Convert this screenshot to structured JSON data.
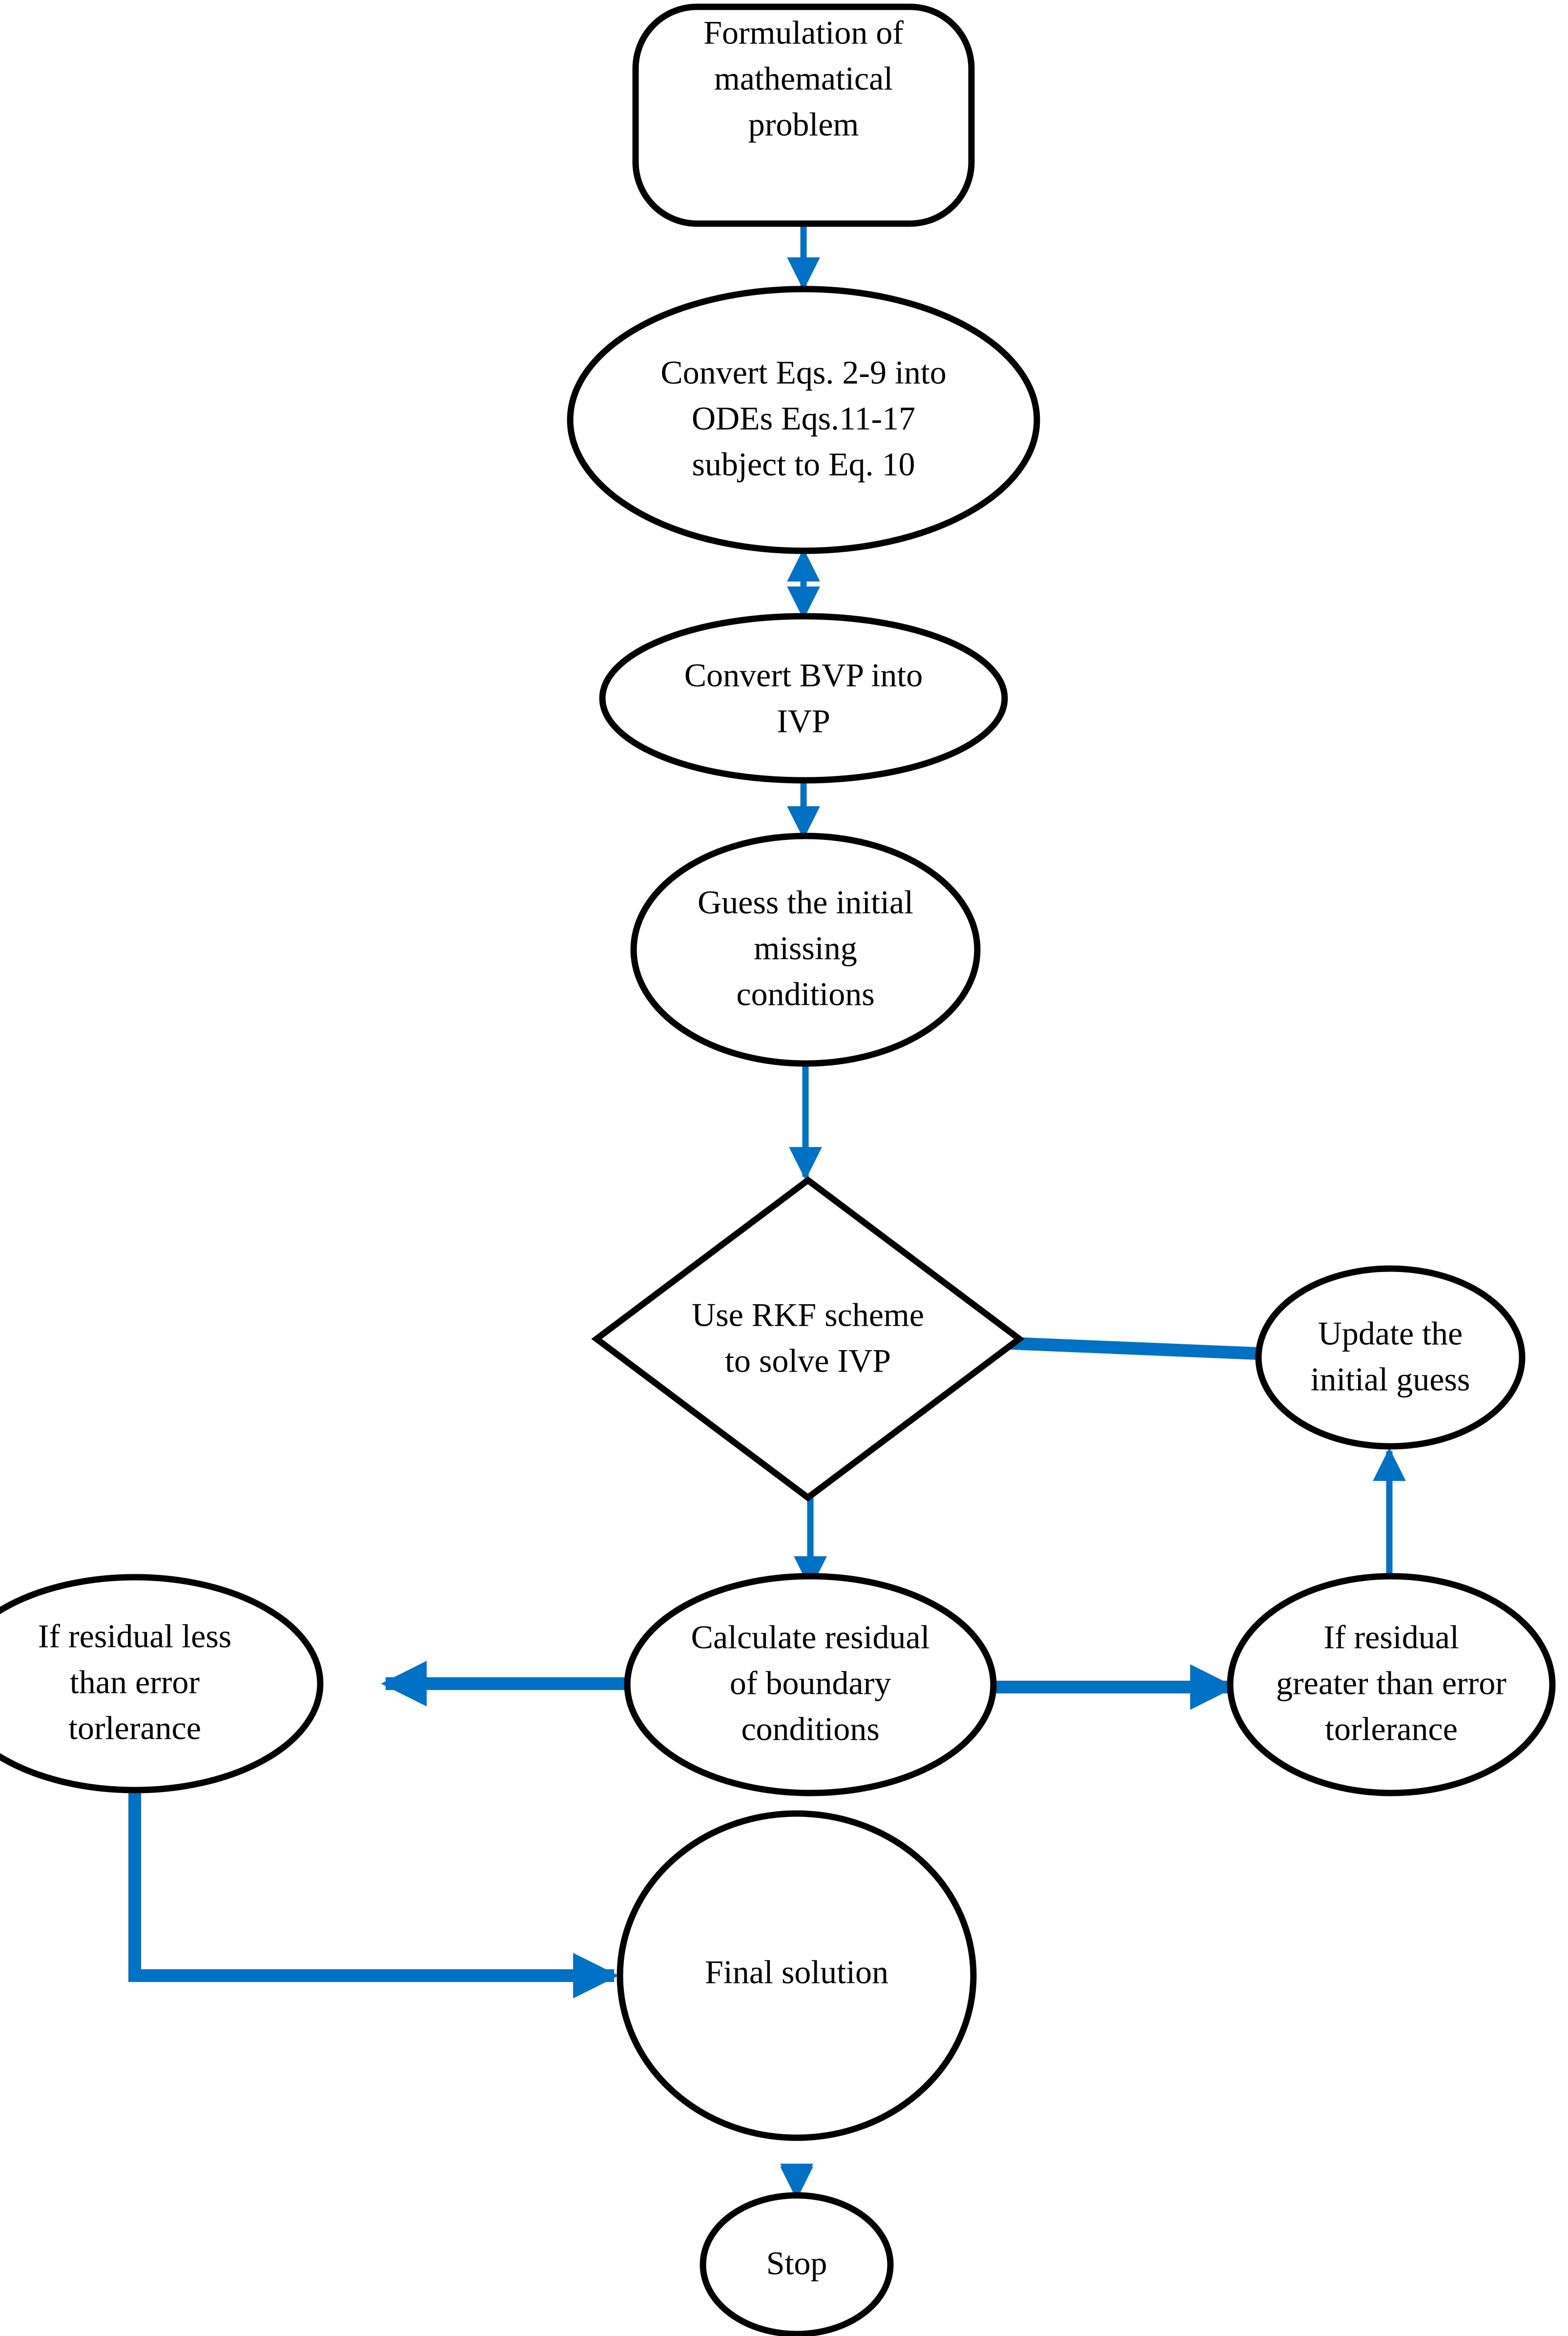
{
  "diagram": {
    "title": "Numerical solution procedure flowchart (shooting method with RKF scheme)",
    "background_color": "#ffffff",
    "node_stroke_color": "#000000",
    "edge_color": "#0072c6",
    "text_color": "#000000"
  },
  "nodes": [
    {
      "id": "formulation",
      "shape": "rounded-rectangle",
      "lines": [
        "Formulation of",
        "mathematical",
        "problem"
      ]
    },
    {
      "id": "convert-eqs",
      "shape": "ellipse",
      "lines": [
        "Convert Eqs. 2-9 into",
        "ODEs Eqs.11-17",
        "subject to Eq. 10"
      ]
    },
    {
      "id": "convert-bvp",
      "shape": "ellipse",
      "lines": [
        "Convert BVP into",
        "IVP"
      ]
    },
    {
      "id": "guess-initial",
      "shape": "ellipse",
      "lines": [
        "Guess the initial",
        "missing",
        "conditions"
      ]
    },
    {
      "id": "use-rkf",
      "shape": "diamond",
      "lines": [
        "Use RKF scheme",
        "to solve IVP"
      ]
    },
    {
      "id": "update-guess",
      "shape": "ellipse",
      "lines": [
        "Update the",
        "initial guess"
      ]
    },
    {
      "id": "residual-less",
      "shape": "ellipse",
      "lines": [
        "If residual less",
        "than error",
        "torlerance"
      ]
    },
    {
      "id": "calculate-residual",
      "shape": "ellipse",
      "lines": [
        "Calculate residual",
        "of boundary",
        "conditions"
      ]
    },
    {
      "id": "residual-greater",
      "shape": "ellipse",
      "lines": [
        "If residual",
        "greater than error",
        "torlerance"
      ]
    },
    {
      "id": "final-solution",
      "shape": "ellipse",
      "lines": [
        "Final solution"
      ]
    },
    {
      "id": "stop",
      "shape": "ellipse",
      "lines": [
        "Stop"
      ]
    }
  ],
  "edges": [
    {
      "id": "e1",
      "from": "formulation",
      "to": "convert-eqs",
      "style": "straight-down"
    },
    {
      "id": "e2",
      "from": "convert-eqs",
      "to": "convert-bvp",
      "style": "straight-down"
    },
    {
      "id": "e3",
      "from": "convert-bvp",
      "to": "guess-initial",
      "style": "straight-down"
    },
    {
      "id": "e4",
      "from": "guess-initial",
      "to": "use-rkf",
      "style": "straight-down"
    },
    {
      "id": "e5",
      "from": "use-rkf",
      "to": "calculate-residual",
      "style": "straight-down"
    },
    {
      "id": "e6",
      "from": "calculate-residual",
      "to": "residual-less",
      "style": "straight-left"
    },
    {
      "id": "e7",
      "from": "calculate-residual",
      "to": "residual-greater",
      "style": "straight-right"
    },
    {
      "id": "e8",
      "from": "residual-greater",
      "to": "update-guess",
      "style": "straight-up"
    },
    {
      "id": "e9",
      "from": "update-guess",
      "to": "use-rkf",
      "style": "straight-left"
    },
    {
      "id": "e10",
      "from": "residual-less",
      "to": "final-solution",
      "style": "elbow-down-right"
    },
    {
      "id": "e11",
      "from": "final-solution",
      "to": "stop",
      "style": "straight-down"
    }
  ]
}
